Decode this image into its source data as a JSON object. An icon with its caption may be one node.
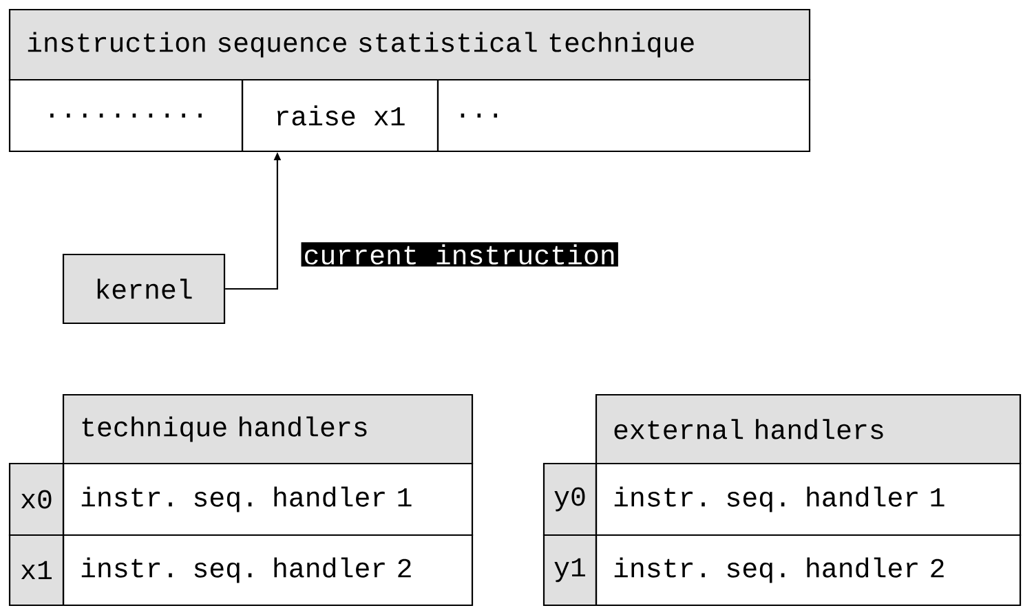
{
  "diagram": {
    "nodes": [
      {
        "text": [
          "instruction  sequence statistical technique"
        ]
      },
      {
        "text": [
          ".........."
        ]
      },
      {
        "text": [
          "raise x1"
        ]
      },
      {
        "text": [
          "..."
        ]
      },
      {
        "text": [
          "kernel"
        ]
      },
      {
        "text": [
          "technique handlers"
        ]
      },
      {
        "text": [
          "x0"
        ]
      },
      {
        "text": [
          "instr. seq. handler 1"
        ]
      },
      {
        "text": [
          "x1"
        ]
      },
      {
        "text": [
          "instr. seq. handler 2"
        ]
      },
      {
        "text": [
          "external handlers"
        ]
      },
      {
        "text": [
          "y0"
        ]
      },
      {
        "text": [
          "instr. seq. handler 1"
        ]
      },
      {
        "text": [
          "y1"
        ]
      },
      {
        "text": [
          "instr. seq. handler 2"
        ]
      }
    ],
    "edges": [
      {
        "from": 4,
        "to": 2,
        "arrow": "to",
        "label": "current instruction"
      }
    ]
  }
}
